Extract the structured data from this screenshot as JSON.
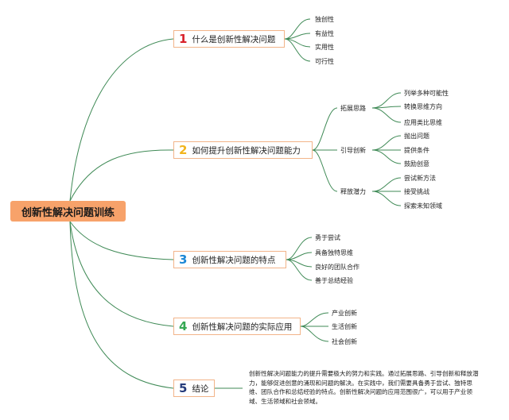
{
  "root": {
    "label": "创新性解决问题训练"
  },
  "branches": [
    {
      "number": "1",
      "number_color": "#d8212a",
      "label": "什么是创新性解决问题",
      "children": [
        "独创性",
        "有益性",
        "实用性",
        "可行性"
      ]
    },
    {
      "number": "2",
      "number_color": "#f2b41c",
      "label": "如何提升创新性解决问题能力",
      "groups": [
        {
          "label": "拓展思路",
          "children": [
            "列举多种可能性",
            "转换思维方向",
            "应用类比思维"
          ]
        },
        {
          "label": "引导创新",
          "children": [
            "抛出问题",
            "提供条件",
            "鼓励创意"
          ]
        },
        {
          "label": "释放潜力",
          "children": [
            "尝试新方法",
            "接受挑战",
            "探索未知领域"
          ]
        }
      ]
    },
    {
      "number": "3",
      "number_color": "#1e88d6",
      "label": "创新性解决问题的特点",
      "children": [
        "勇于尝试",
        "具备独特思维",
        "良好的团队合作",
        "善于总结经验"
      ]
    },
    {
      "number": "4",
      "number_color": "#35a853",
      "label": "创新性解决问题的实际应用",
      "children": [
        "产业创新",
        "生活创新",
        "社会创新"
      ]
    },
    {
      "number": "5",
      "number_color": "#243a7a",
      "label": "结论",
      "text": "创新性解决问题能力的提升需要极大的努力和实践。通过拓展思路、引导创新和释放潜力，能够促进创意的涌现和问题的解决。在实践中，我们需要具备勇于尝试、独特思维、团队合作和总结经验的特点。创新性解决问题的应用范围很广，可以用于产业领域、生活领域和社会领域。"
    }
  ],
  "colors": {
    "line": "#3f8a56",
    "root_fill": "#f7a26a",
    "branch_border": "#f2b489"
  }
}
